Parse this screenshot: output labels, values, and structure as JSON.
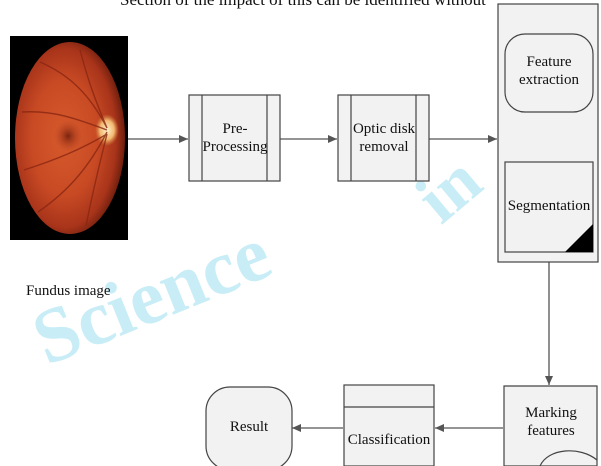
{
  "header_fragment": "Section of the impact of this can be identified without",
  "watermark": {
    "word_1": "Science",
    "word_2": "in"
  },
  "fundus": {
    "caption": "Fundus image"
  },
  "nodes": {
    "pre_processing": "Pre-\nProcessing",
    "optic_disk_removal": "Optic disk\nremoval",
    "feature_extraction": "Feature\nextraction",
    "segmentation": "Segmentation",
    "marking_features": "Marking\nfeatures",
    "classification": "Classification",
    "result": "Result"
  },
  "colors": {
    "box_fill": "#f2f2f2",
    "box_stroke": "#444444",
    "arrow": "#555555",
    "watermark": "#8ad9ec",
    "fundus_bg": "#000000"
  }
}
